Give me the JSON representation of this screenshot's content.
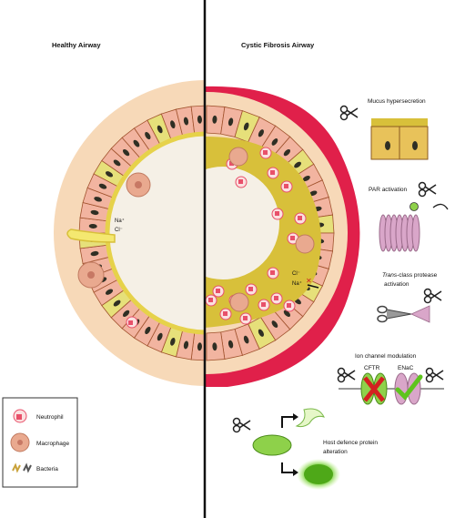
{
  "titles": {
    "healthy": "Healthy Airway",
    "cf": "Cystic Fibrosis Airway"
  },
  "ions": {
    "healthy_na": "Na⁺",
    "healthy_cl": "Cl⁻",
    "cf_cl": "Cl⁻",
    "cf_na": "Na⁺"
  },
  "legend": {
    "neutrophil": "Neutrophil",
    "macrophage": "Macrophage",
    "bacteria": "Bacteria"
  },
  "mechanisms": {
    "mucus": "Mucus hypersecretion",
    "par": "PAR activation",
    "trans_italic": "Trans",
    "trans_rest": "-class protease",
    "trans_line2": "activation",
    "ion_title": "Ion channel modulation",
    "cftr": "CFTR",
    "enac": "ENaC",
    "host_line1": "Host defence protein",
    "host_line2": "alteration"
  },
  "colors": {
    "skin": "#f7d9b8",
    "cell": "#f2b4a0",
    "cell_edge": "#a0522d",
    "nucleus": "#2f2f24",
    "mucus": "#d8c03a",
    "cilia": "#e8e07a",
    "inflamed": "#e0204a",
    "neutrophil": "#e8506a",
    "macrophage": "#e9a98f",
    "green": "#8ed14a",
    "par_pink": "#d9a6c9"
  }
}
